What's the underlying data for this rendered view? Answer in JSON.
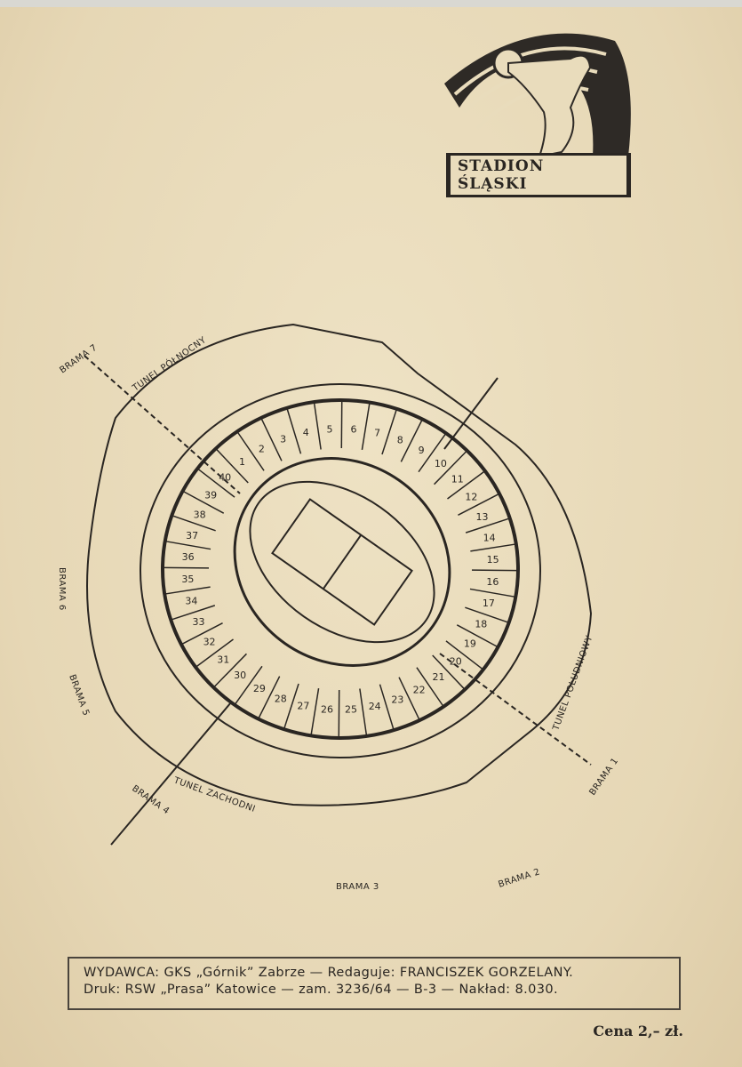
{
  "logo": {
    "text": "STADION ŚLĄSKI"
  },
  "map": {
    "sectors": [
      "1",
      "2",
      "3",
      "4",
      "5",
      "6",
      "7",
      "8",
      "9",
      "10",
      "11",
      "12",
      "13",
      "14",
      "15",
      "16",
      "17",
      "18",
      "19",
      "20",
      "21",
      "22",
      "23",
      "24",
      "25",
      "26",
      "27",
      "28",
      "29",
      "30",
      "31",
      "32",
      "33",
      "34",
      "35",
      "36",
      "37",
      "38",
      "39",
      "40"
    ],
    "gates": {
      "g1": "BRAMA 1",
      "g2": "BRAMA 2",
      "g3": "BRAMA 3",
      "g4": "BRAMA 4",
      "g5": "BRAMA 5",
      "g6": "BRAMA 6",
      "g7": "BRAMA 7"
    },
    "tunnels": {
      "north": "TUNEL PÓŁNOCNY",
      "south": "TUNEL POŁUDNIOWY",
      "west": "TUNEL ZACHODNI"
    }
  },
  "footer": {
    "line1": "WYDAWCA: GKS „Górnik” Zabrze — Redaguje: FRANCISZEK GORZELANY.",
    "line2": "Druk: RSW „Prasa” Katowice — zam. 3236/64 — B-3 — Nakład: 8.030."
  },
  "price": "Cena 2,– zł."
}
